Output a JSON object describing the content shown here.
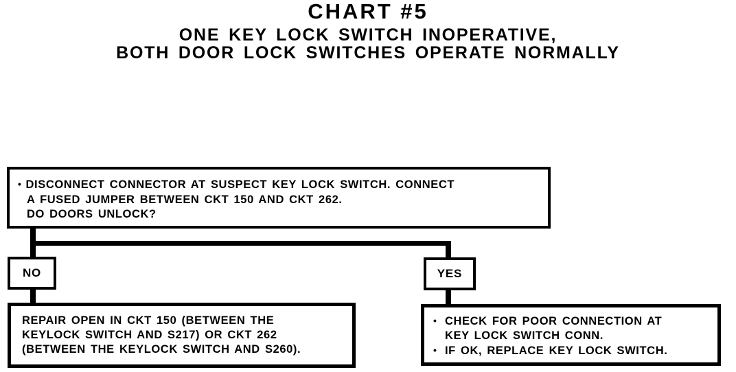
{
  "title": {
    "chart_number": "CHART #5",
    "subtitle_line1": "ONE KEY LOCK SWITCH INOPERATIVE,",
    "subtitle_line2": "BOTH DOOR LOCK SWITCHES OPERATE NORMALLY"
  },
  "flowchart": {
    "bullet_char": "•",
    "question": {
      "line1": "DISCONNECT CONNECTOR AT SUSPECT KEY LOCK SWITCH. CONNECT",
      "line2": "A FUSED JUMPER BETWEEN CKT 150 AND CKT 262.",
      "line3": "DO DOORS UNLOCK?"
    },
    "no_label": "NO",
    "yes_label": "YES",
    "no_result": {
      "lines": [
        "REPAIR OPEN IN CKT 150 (BETWEEN THE",
        "KEYLOCK SWITCH AND S217) OR CKT 262",
        "(BETWEEN THE KEYLOCK SWITCH AND S260)."
      ]
    },
    "yes_result": {
      "item1_line1": "CHECK FOR POOR CONNECTION AT",
      "item1_line2": "KEY LOCK SWITCH CONN.",
      "item2": "IF OK, REPLACE KEY LOCK SWITCH."
    }
  },
  "colors": {
    "ink": "#000000",
    "paper": "#ffffff"
  }
}
